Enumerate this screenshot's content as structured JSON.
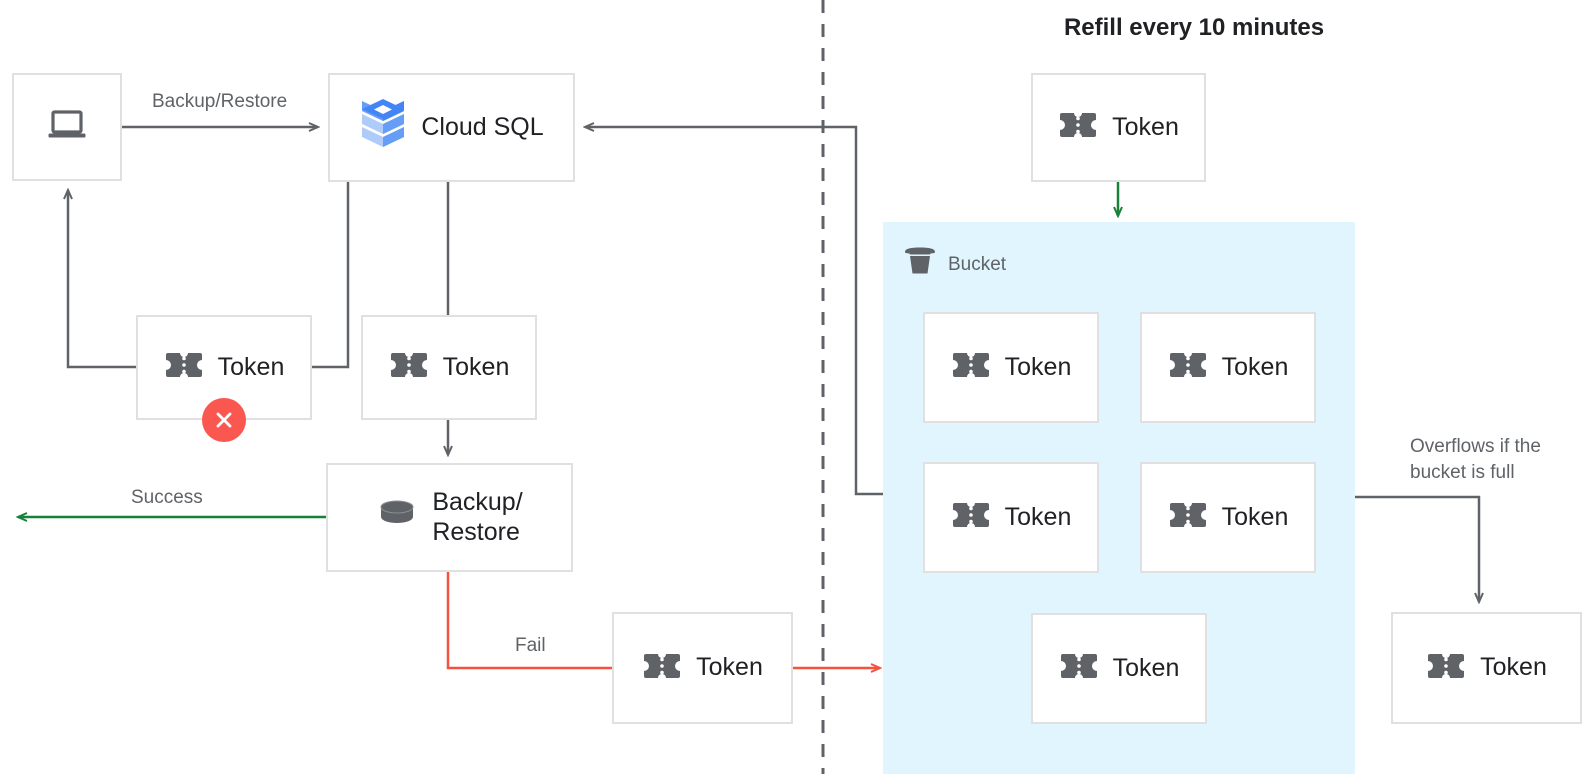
{
  "title": "Refill every 10 minutes",
  "colors": {
    "line": "#5f6368",
    "success": "#188038",
    "fail": "#f4513f",
    "refill": "#188038",
    "bucket_bg": "#e1f5fe",
    "box_border": "#e0e0e0",
    "error_badge": "#fa5750",
    "text_primary": "#202124",
    "text_secondary": "#5f6368",
    "cloudsql_blue_dark": "#4285f4",
    "cloudsql_blue_mid": "#669df6",
    "cloudsql_blue_light": "#aecbfa"
  },
  "nodes": {
    "client": {
      "label": "",
      "icon": "laptop-icon"
    },
    "cloud_sql": {
      "label": "Cloud SQL",
      "icon": "cloud-sql-icon"
    },
    "token_left": {
      "label": "Token",
      "icon": "token-icon"
    },
    "token_mid": {
      "label": "Token",
      "icon": "token-icon"
    },
    "backup_restore": {
      "label": "Backup/\nRestore",
      "icon": "database-icon"
    },
    "token_fail": {
      "label": "Token",
      "icon": "token-icon"
    },
    "token_refill": {
      "label": "Token",
      "icon": "token-icon"
    },
    "token_overflow": {
      "label": "Token",
      "icon": "token-icon"
    }
  },
  "bucket": {
    "label": "Bucket",
    "icon": "bucket-icon",
    "tokens": [
      {
        "label": "Token"
      },
      {
        "label": "Token"
      },
      {
        "label": "Token"
      },
      {
        "label": "Token"
      },
      {
        "label": "Token"
      }
    ]
  },
  "edges": {
    "backup_restore_label": "Backup/Restore",
    "success_label": "Success",
    "fail_label": "Fail",
    "overflow_label": "Overflows if the\nbucket is full"
  }
}
